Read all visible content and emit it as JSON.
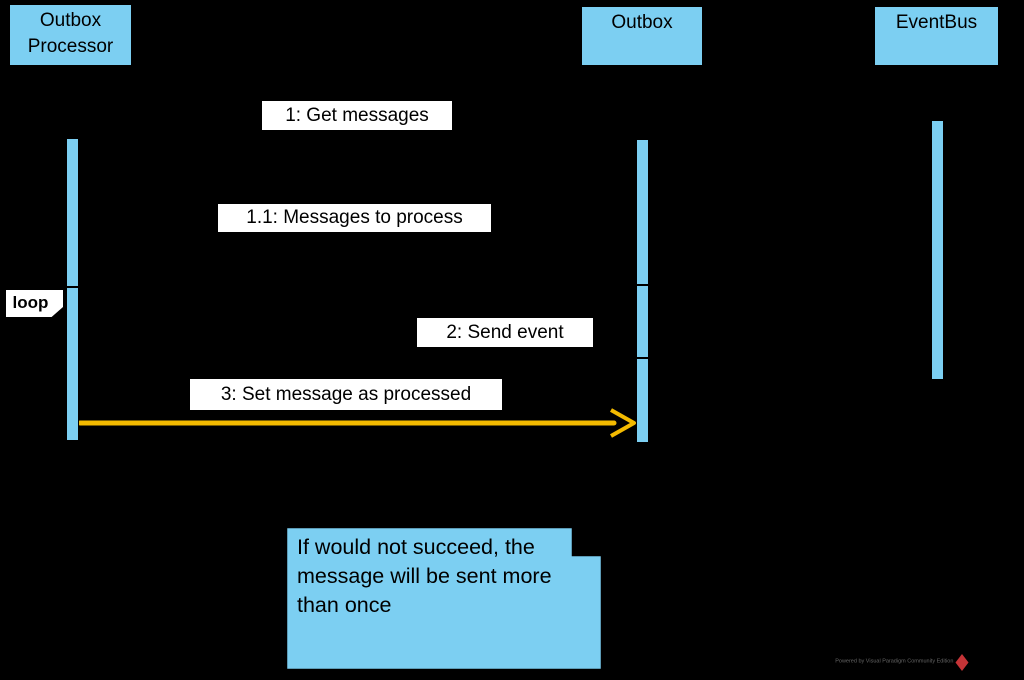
{
  "diagram_type": "uml-sequence-diagram",
  "participants": [
    {
      "name": "Outbox Processor"
    },
    {
      "name": "Outbox"
    },
    {
      "name": "EventBus"
    }
  ],
  "messages": [
    {
      "label": "1: Get messages"
    },
    {
      "label": "1.1: Messages to process"
    },
    {
      "label": "2: Send event"
    },
    {
      "label": "3: Set message as processed"
    }
  ],
  "fragment": {
    "operator": "loop"
  },
  "note": {
    "text": "If would not succeed, the message will be sent more than once"
  },
  "watermark": {
    "text": "Powered by Visual Paradigm Community Edition"
  },
  "colors": {
    "background": "#000000",
    "participant_fill": "#7CCFF2",
    "activation_fill": "#7CCFF2",
    "note_fill": "#7CCFF2",
    "label_bg": "#FFFFFF",
    "message_arrow": "#F3BA00",
    "logo_red": "#C53437",
    "watermark_gray": "#666666"
  }
}
